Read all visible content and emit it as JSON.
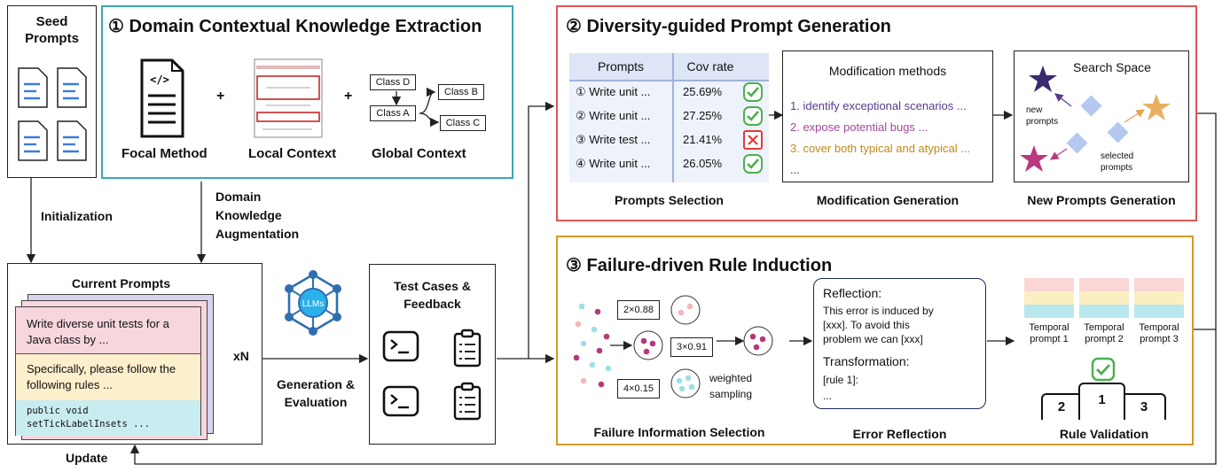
{
  "seed": {
    "title_line1": "Seed",
    "title_line2": "Prompts"
  },
  "panel1": {
    "title": "① Domain Contextual Knowledge Extraction",
    "focal": "Focal Method",
    "local": "Local Context",
    "global": "Global Context",
    "code_glyph": "</>",
    "plus": "+",
    "classes": [
      "Class D",
      "Class A",
      "Class B",
      "Class C"
    ],
    "color": "#3aa8b4"
  },
  "panel2": {
    "title": "② Diversity-guided Prompt Generation",
    "color": "#e05656",
    "table_headers": [
      "Prompts",
      "Cov rate"
    ],
    "rows": [
      {
        "prompt": "① Write unit ...",
        "rate": "25.69%",
        "ok": true
      },
      {
        "prompt": "② Write unit ...",
        "rate": "27.25%",
        "ok": true
      },
      {
        "prompt": "③ Write test ...",
        "rate": "21.41%",
        "ok": false
      },
      {
        "prompt": "④ Write unit ...",
        "rate": "26.05%",
        "ok": true
      }
    ],
    "selection_label": "Prompts Selection",
    "mod_title": "Modification methods",
    "mod_items": [
      {
        "text": "1. identify exceptional scenarios ...",
        "color": "#5b3a8c"
      },
      {
        "text": "2. expose potential bugs ...",
        "color": "#a04a9c"
      },
      {
        "text": "3. cover both typical and atypical ...",
        "color": "#c08a1e"
      },
      {
        "text": "...",
        "color": "#333333"
      }
    ],
    "mod_label": "Modification Generation",
    "search_title": "Search Space",
    "new_prompts": [
      "new",
      "prompts"
    ],
    "selected_prompts": [
      "selected",
      "prompts"
    ],
    "new_label": "New Prompts Generation"
  },
  "panel3": {
    "title": "③ Failure-driven Rule Induction",
    "color": "#d39a2a",
    "weights": [
      "2×0.88",
      "3×0.91",
      "4×0.15"
    ],
    "weighted_sampling": [
      "weighted",
      "sampling"
    ],
    "failure_label": "Failure Information Selection",
    "reflection_title": "Reflection:",
    "reflection_lines": [
      "This error is induced by",
      "[xxx]. To avoid this",
      "problem we can [xxx]"
    ],
    "transformation_title": "Transformation:",
    "transformation_lines": [
      "[rule 1]:",
      "..."
    ],
    "error_label": "Error Reflection",
    "temporal": [
      {
        "line1": "Temporal",
        "line2": "prompt 1"
      },
      {
        "line1": "Temporal",
        "line2": "prompt 2"
      },
      {
        "line1": "Temporal",
        "line2": "prompt 3"
      }
    ],
    "podium": [
      "2",
      "1",
      "3"
    ],
    "rule_label": "Rule Validation"
  },
  "current": {
    "title": "Current Prompts",
    "card1": [
      "Write diverse unit tests for a",
      "Java class by  ..."
    ],
    "card2": [
      "Specifically, please follow the",
      "following rules   ..."
    ],
    "card3": [
      "public void",
      "setTickLabelInsets ..."
    ],
    "multiplier": "xN"
  },
  "llm": {
    "label": "LLMs"
  },
  "tests": {
    "title_line1": "Test Cases &",
    "title_line2": "Feedback"
  },
  "flows": {
    "initialization": "Initialization",
    "domain": [
      "Domain",
      "Knowledge",
      "Augmentation"
    ],
    "generation": [
      "Generation &",
      "Evaluation"
    ],
    "update": "Update"
  }
}
